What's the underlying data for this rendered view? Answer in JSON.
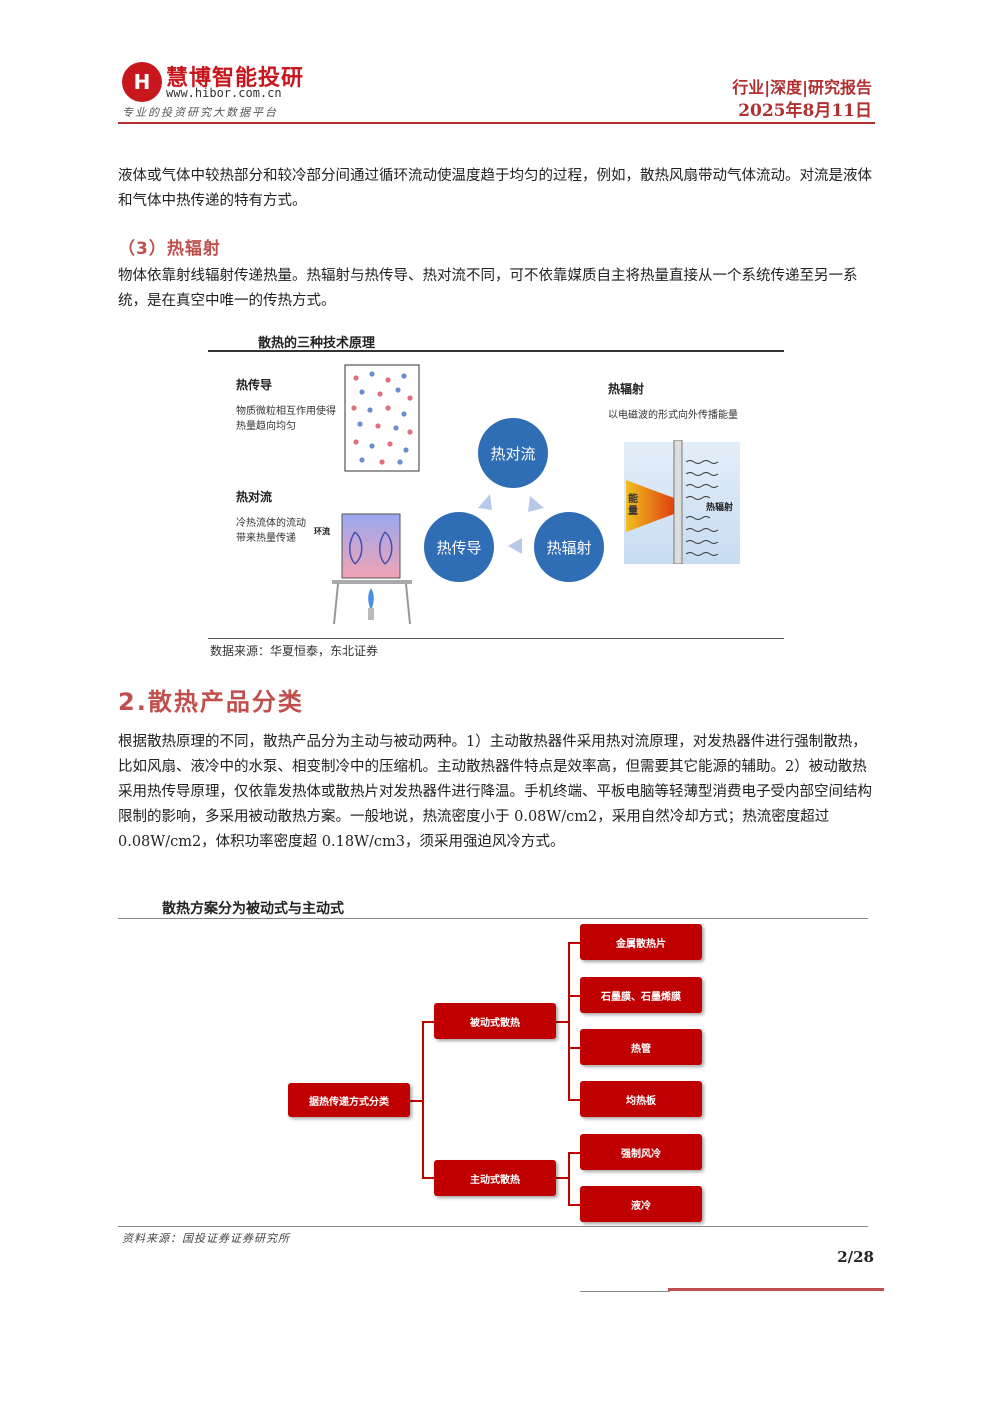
{
  "header": {
    "logo_mark": "H",
    "brand": "慧博智能投研",
    "url": "www.hibor.com.cn",
    "slogan": "专业的投资研究大数据平台",
    "report_type": "行业|深度|研究报告",
    "date": "2025年8月11日"
  },
  "para1": "液体或气体中较热部分和较冷部分间通过循环流动使温度趋于均匀的过程，例如，散热风扇带动气体流动。对流是液体和气体中热传递的特有方式。",
  "sub3_title": "（3）热辐射",
  "para2": "物体依靠射线辐射传递热量。热辐射与热传导、热对流不同，可不依靠媒质自主将热量直接从一个系统传递至另一系统，是在真空中唯一的传热方式。",
  "fig1": {
    "title": "散热的三种技术原理",
    "conduction_title": "热传导",
    "conduction_desc": "物质微粒相互作用使得热量趋向均匀",
    "convection_title": "热对流",
    "convection_desc": "冷热流体的流动带来热量传递",
    "convection_tag": "环流",
    "radiation_title": "热辐射",
    "radiation_desc": "以电磁波的形式向外传播能量",
    "energy_label": "能量",
    "radiation_tag": "热辐射",
    "cycle": [
      "热对流",
      "热辐射",
      "热传导"
    ],
    "source": "数据来源：华夏恒泰，东北证券"
  },
  "section2_title": "2.散热产品分类",
  "para3": "根据散热原理的不同，散热产品分为主动与被动两种。1）主动散热器件采用热对流原理，对发热器件进行强制散热，比如风扇、液冷中的水泵、相变制冷中的压缩机。主动散热器件特点是效率高，但需要其它能源的辅助。2）被动散热采用热传导原理，仅依靠发热体或散热片对发热器件进行降温。手机终端、平板电脑等轻薄型消费电子受内部空间结构限制的影响，多采用被动散热方案。一般地说，热流密度小于 0.08W/cm2，采用自然冷却方式；热流密度超过 0.08W/cm2，体积功率密度超 0.18W/cm3，须采用强迫风冷方式。",
  "fig2": {
    "title": "散热方案分为被动式与主动式",
    "root": "据热传递方式分类",
    "passive": "被动式散热",
    "active": "主动式散热",
    "passive_items": [
      "金属散热片",
      "石墨膜、石墨烯膜",
      "热管",
      "均热板"
    ],
    "active_items": [
      "强制风冷",
      "液冷"
    ],
    "source": "资料来源：国投证券证券研究所"
  },
  "page": "2/28",
  "colors": {
    "accent": "#c00000",
    "heading": "#c0504d",
    "blue": "#2f6db5"
  }
}
